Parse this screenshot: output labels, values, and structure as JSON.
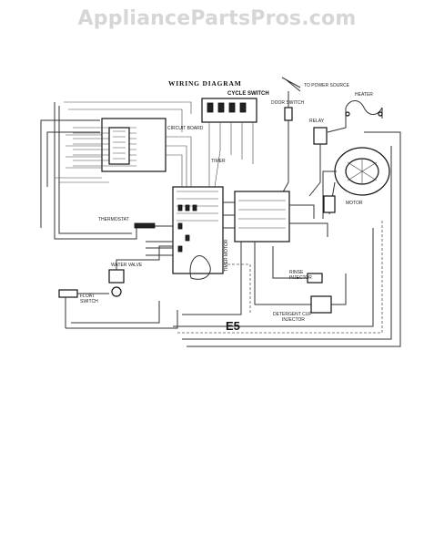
{
  "watermark": "AppliancePartsPros.com",
  "diagram": {
    "title": "WIRING  DIAGRAM",
    "code": "E5",
    "labels": {
      "cycle_switch": "CYCLE SWITCH",
      "to_power_source": "TO POWER SOURCE",
      "heater": "HEATER",
      "door_switch": "DOOR SWITCH",
      "relay": "RELAY",
      "circuit_board": "CIRCUIT BOARD",
      "timer": "TIMER",
      "motor": "MOTOR",
      "thermostat": "THERMOSTAT",
      "water_valve": "WATER VALVE",
      "float_switch_1": "FLOAT",
      "float_switch_2": "SWITCH",
      "rinse_injector_1": "RINSE",
      "rinse_injector_2": "INJECTOR",
      "detergent_cup_1": "DETERGENT CUP",
      "detergent_cup_2": "INJECTOR",
      "timer_motor": "TIMER MOTOR"
    }
  }
}
